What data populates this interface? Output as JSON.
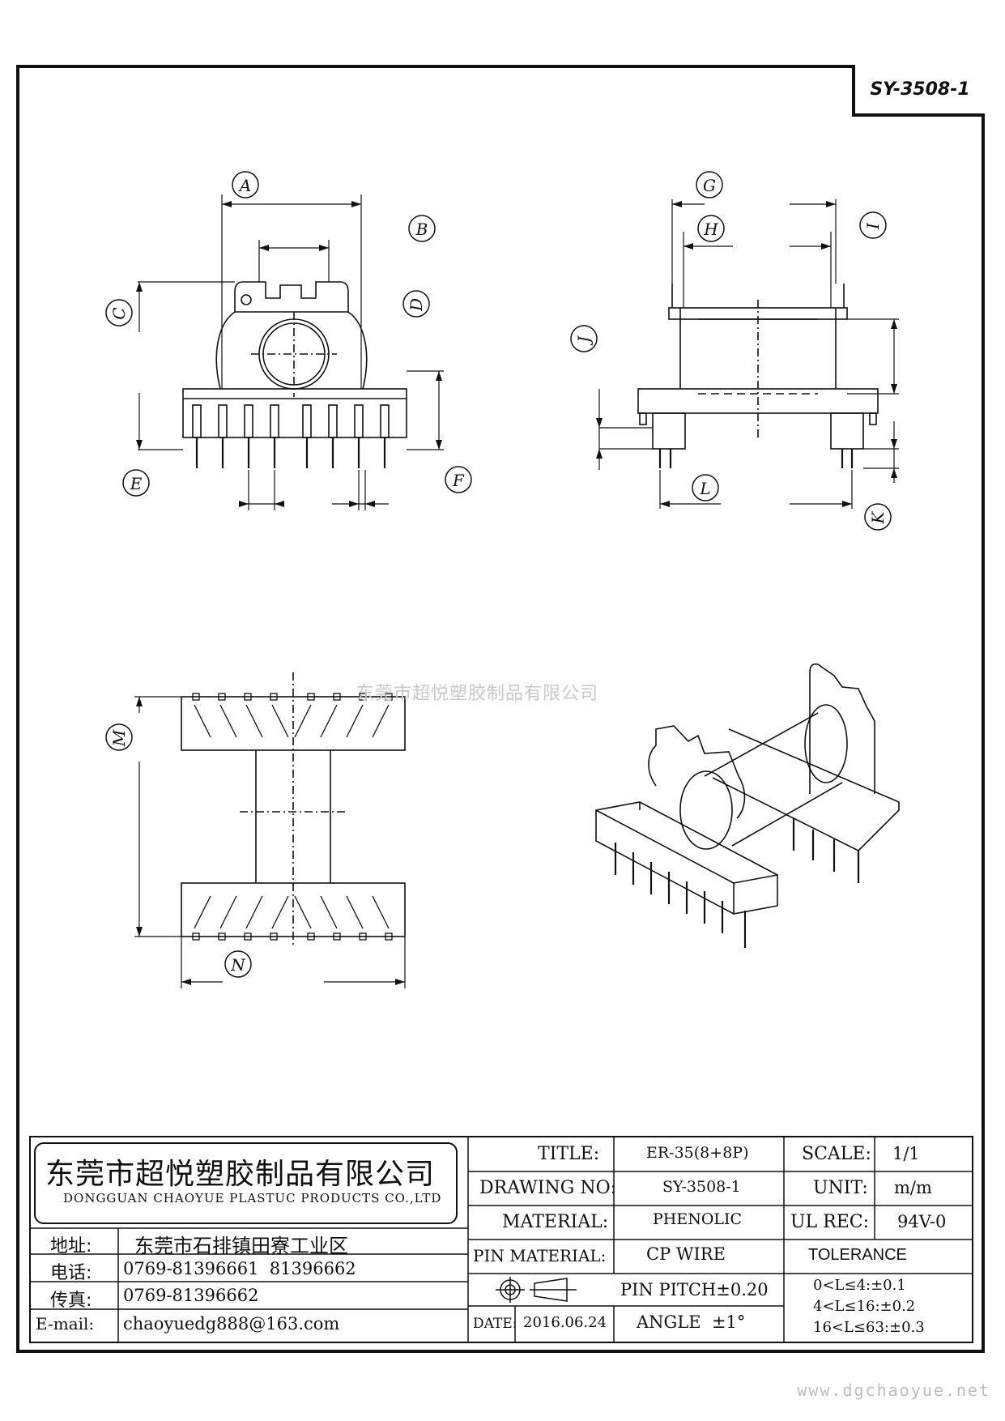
{
  "drawing_code": "SY-3508-1",
  "watermark": "东莞市超悦塑胶制品有限公司",
  "website": "www.dgchaoyue.net",
  "dimension_labels": [
    "A",
    "B",
    "C",
    "D",
    "E",
    "F",
    "G",
    "H",
    "I",
    "J",
    "K",
    "L",
    "M",
    "N"
  ],
  "company": {
    "name_cn": "东莞市超悦塑胶制品有限公司",
    "name_en": "DONGGUAN CHAOYUE PLASTUC PRODUCTS CO.,LTD"
  },
  "contact": {
    "address_label": "地址:",
    "address": "东莞市石排镇田寮工业区",
    "phone_label": "电话:",
    "phone": "0769-81396661  81396662",
    "fax_label": "传真:",
    "fax": "0769-81396662",
    "email_label": "E-mail:",
    "email": "chaoyuedg888@163.com"
  },
  "spec": {
    "title_label": "TITLE:",
    "title": "ER-35(8+8P)",
    "drawing_no_label": "DRAWING NO:",
    "drawing_no": "SY-3508-1",
    "material_label": "MATERIAL:",
    "material": "PHENOLIC",
    "pin_material_label": "PIN MATERIAL:",
    "pin_material": "CP WIRE",
    "pin_pitch": "PIN PITCH±0.20",
    "angle": "ANGLE  ±1°",
    "date_label": "DATE:",
    "date": "2016.06.24",
    "scale_label": "SCALE:",
    "scale": "1/1",
    "unit_label": "UNIT:",
    "unit": "m/m",
    "ul_label": "UL REC:",
    "ul": "94V-0",
    "tolerance_label": "TOLERANCE",
    "tolerance": [
      "0<L≤4:±0.1",
      "4<L≤16:±0.2",
      "16<L≤63:±0.3"
    ]
  }
}
